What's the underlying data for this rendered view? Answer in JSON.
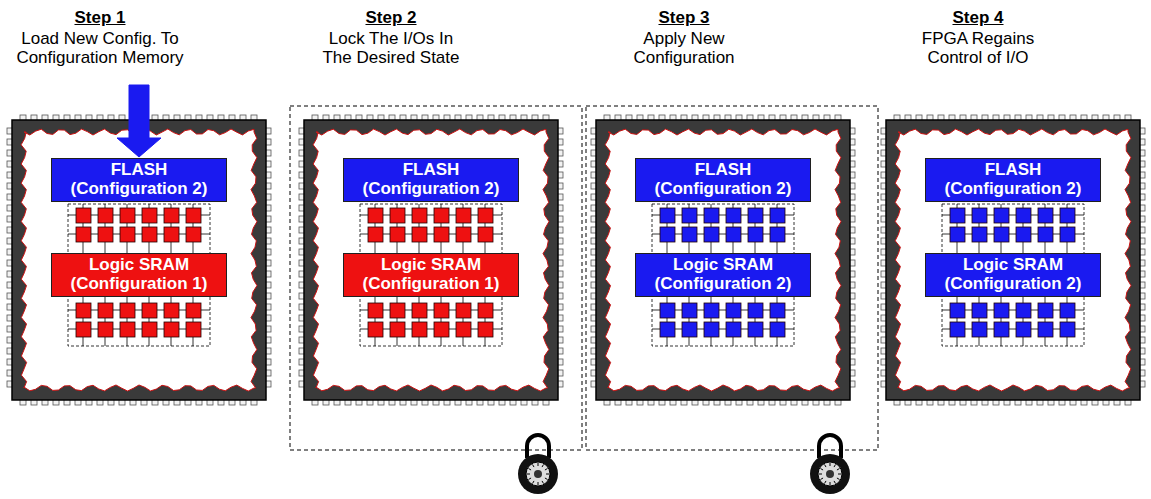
{
  "diagram": {
    "nodes": [
      {
        "text": [
          "FLASH (Configuration 2)"
        ]
      },
      {
        "text": [
          "Logic SRAM (Configuration 1)"
        ]
      },
      {
        "text": [
          "FLASH (Configuration 2)"
        ]
      },
      {
        "text": [
          "Logic SRAM (Configuration 1)"
        ]
      },
      {
        "text": [
          "FLASH (Configuration 2)"
        ]
      },
      {
        "text": [
          "Logic SRAM (Configuration 2)"
        ]
      },
      {
        "text": [
          "FLASH (Configuration 2)"
        ]
      },
      {
        "text": [
          "Logic SRAM (Configuration 2)"
        ]
      }
    ],
    "labels": [
      "Step 1",
      "Load New Config. To Configuration Memory",
      "Step 2",
      "Lock The I/Os In The Desired State",
      "Step 3",
      "Apply New Configuration",
      "Step 4",
      "FPGA Regains Control of I/O"
    ]
  }
}
